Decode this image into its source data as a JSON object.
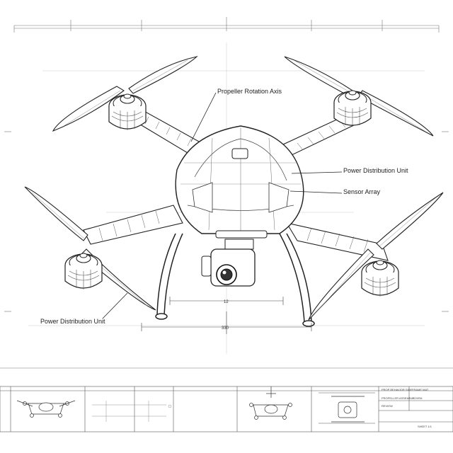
{
  "callouts": {
    "propeller_axis": "Propeller Rotation Axis",
    "pdu_right": "Power Distribution Unit",
    "sensor_array": "Sensor Array",
    "pdu_left": "Power Distribution Unit"
  },
  "dimensions": {
    "height_label": "12",
    "width_label": "330"
  },
  "title_block": {
    "row1a": "PROP BEHAVIOR SIDE",
    "row1b": "FRAME MAT",
    "row2a": "PROPELLER ASSEMBLY",
    "row2b": "SCHEM",
    "row3": "REVIEW",
    "row4": "SHEET 1/1"
  }
}
